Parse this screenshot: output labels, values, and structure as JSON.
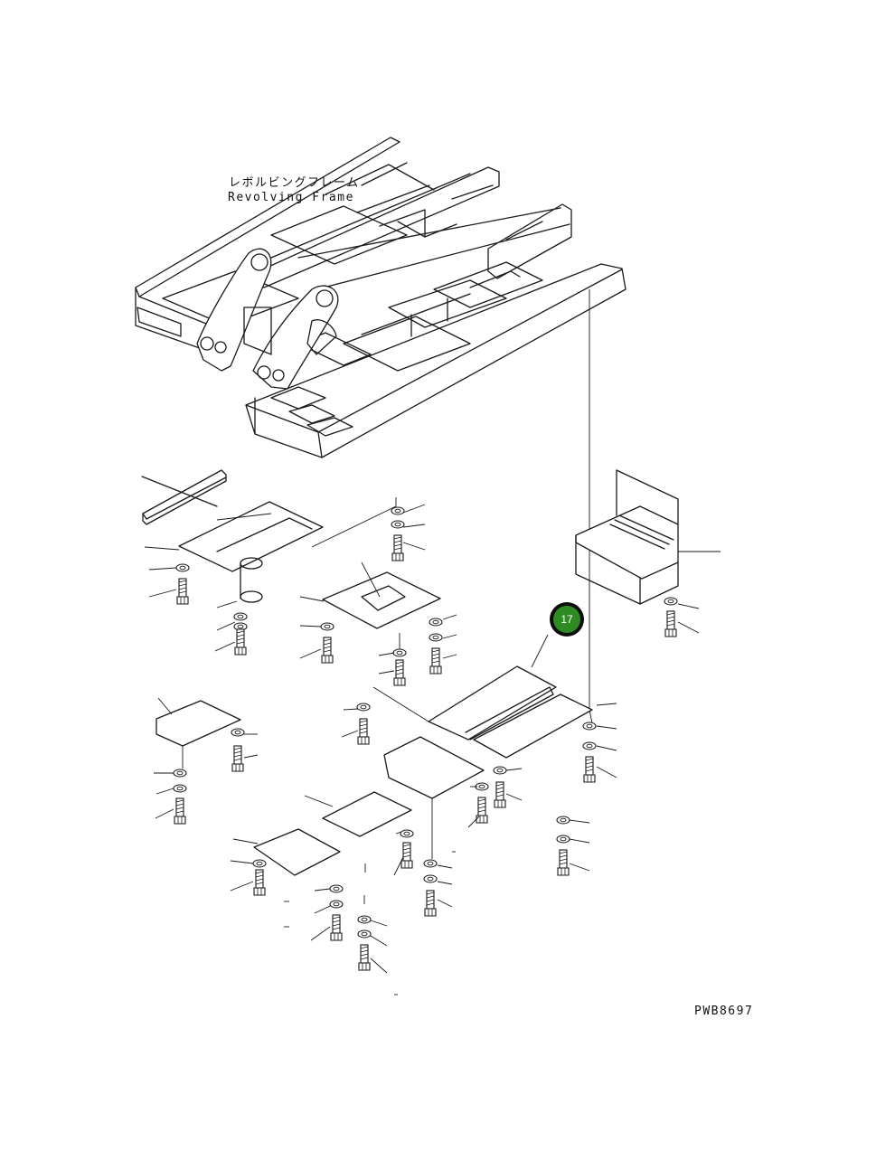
{
  "diagram": {
    "label_jp": "レボルビングフレーム",
    "label_en": "Revolving Frame",
    "drawing_code": "PWB8697",
    "callout": {
      "number": "17",
      "color": "#2e8b22",
      "ring": "#0d0d0d"
    }
  }
}
